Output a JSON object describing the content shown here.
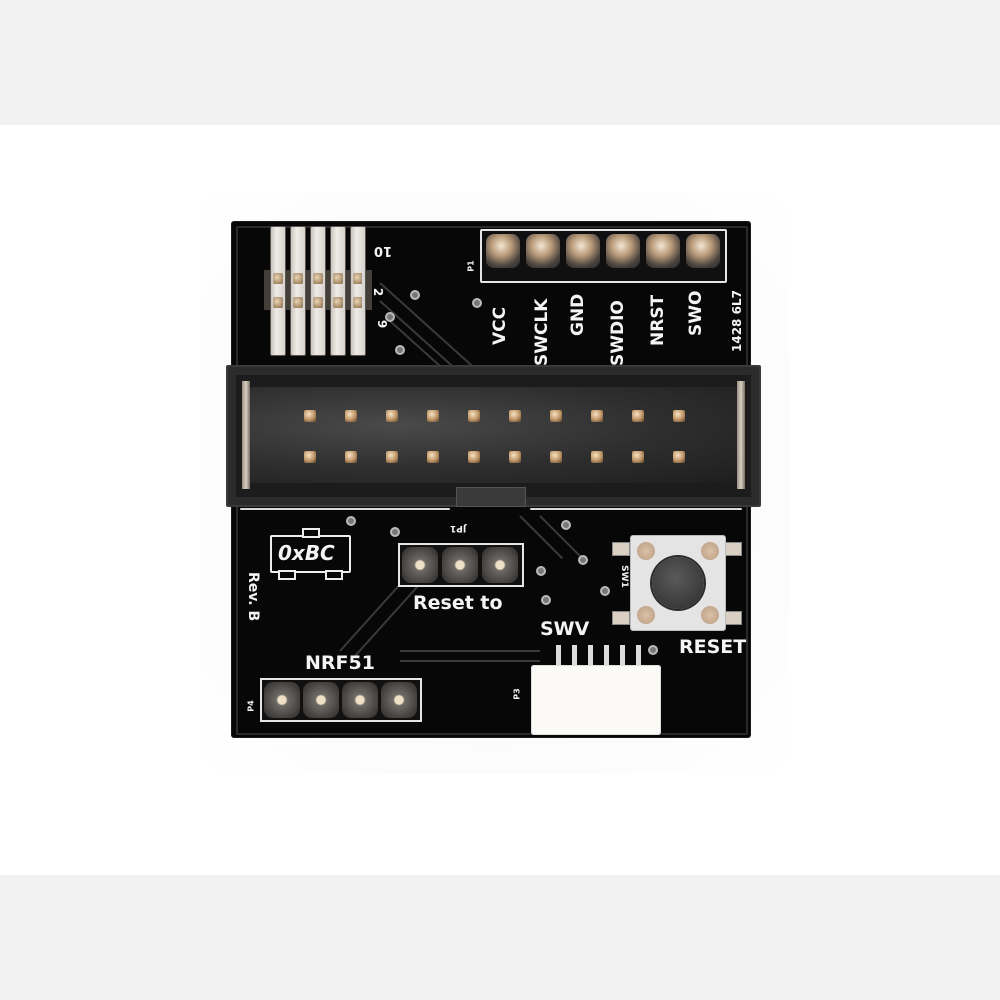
{
  "scene": {
    "description": "Product photo of a black PCB debug adapter board on white background",
    "background_bands_color": "#f2f2f2",
    "board_color": "#070707",
    "silkscreen_color": "#f4f4f4"
  },
  "board": {
    "top_header": {
      "ref": "P1",
      "pin_labels": [
        "VCC",
        "SWCLK",
        "GND",
        "SWDIO",
        "NRST",
        "SWO"
      ]
    },
    "jtag_header": {
      "labels": [
        "10",
        "2",
        "9"
      ]
    },
    "date_code": "1428 6L7",
    "idc_connector": {
      "rows": 2,
      "pins_per_row": 10
    },
    "logo": "0xBC",
    "revision": "Rev. B",
    "reset_header": {
      "ref": "JP1",
      "label": "Reset to",
      "pins": 3
    },
    "nrf51_header": {
      "ref": "P4",
      "label": "NRF51",
      "pins": 4
    },
    "switch": {
      "ref": "SW1",
      "label": "RESET"
    },
    "swv_connector": {
      "ref": "P3",
      "label": "SWV"
    }
  }
}
